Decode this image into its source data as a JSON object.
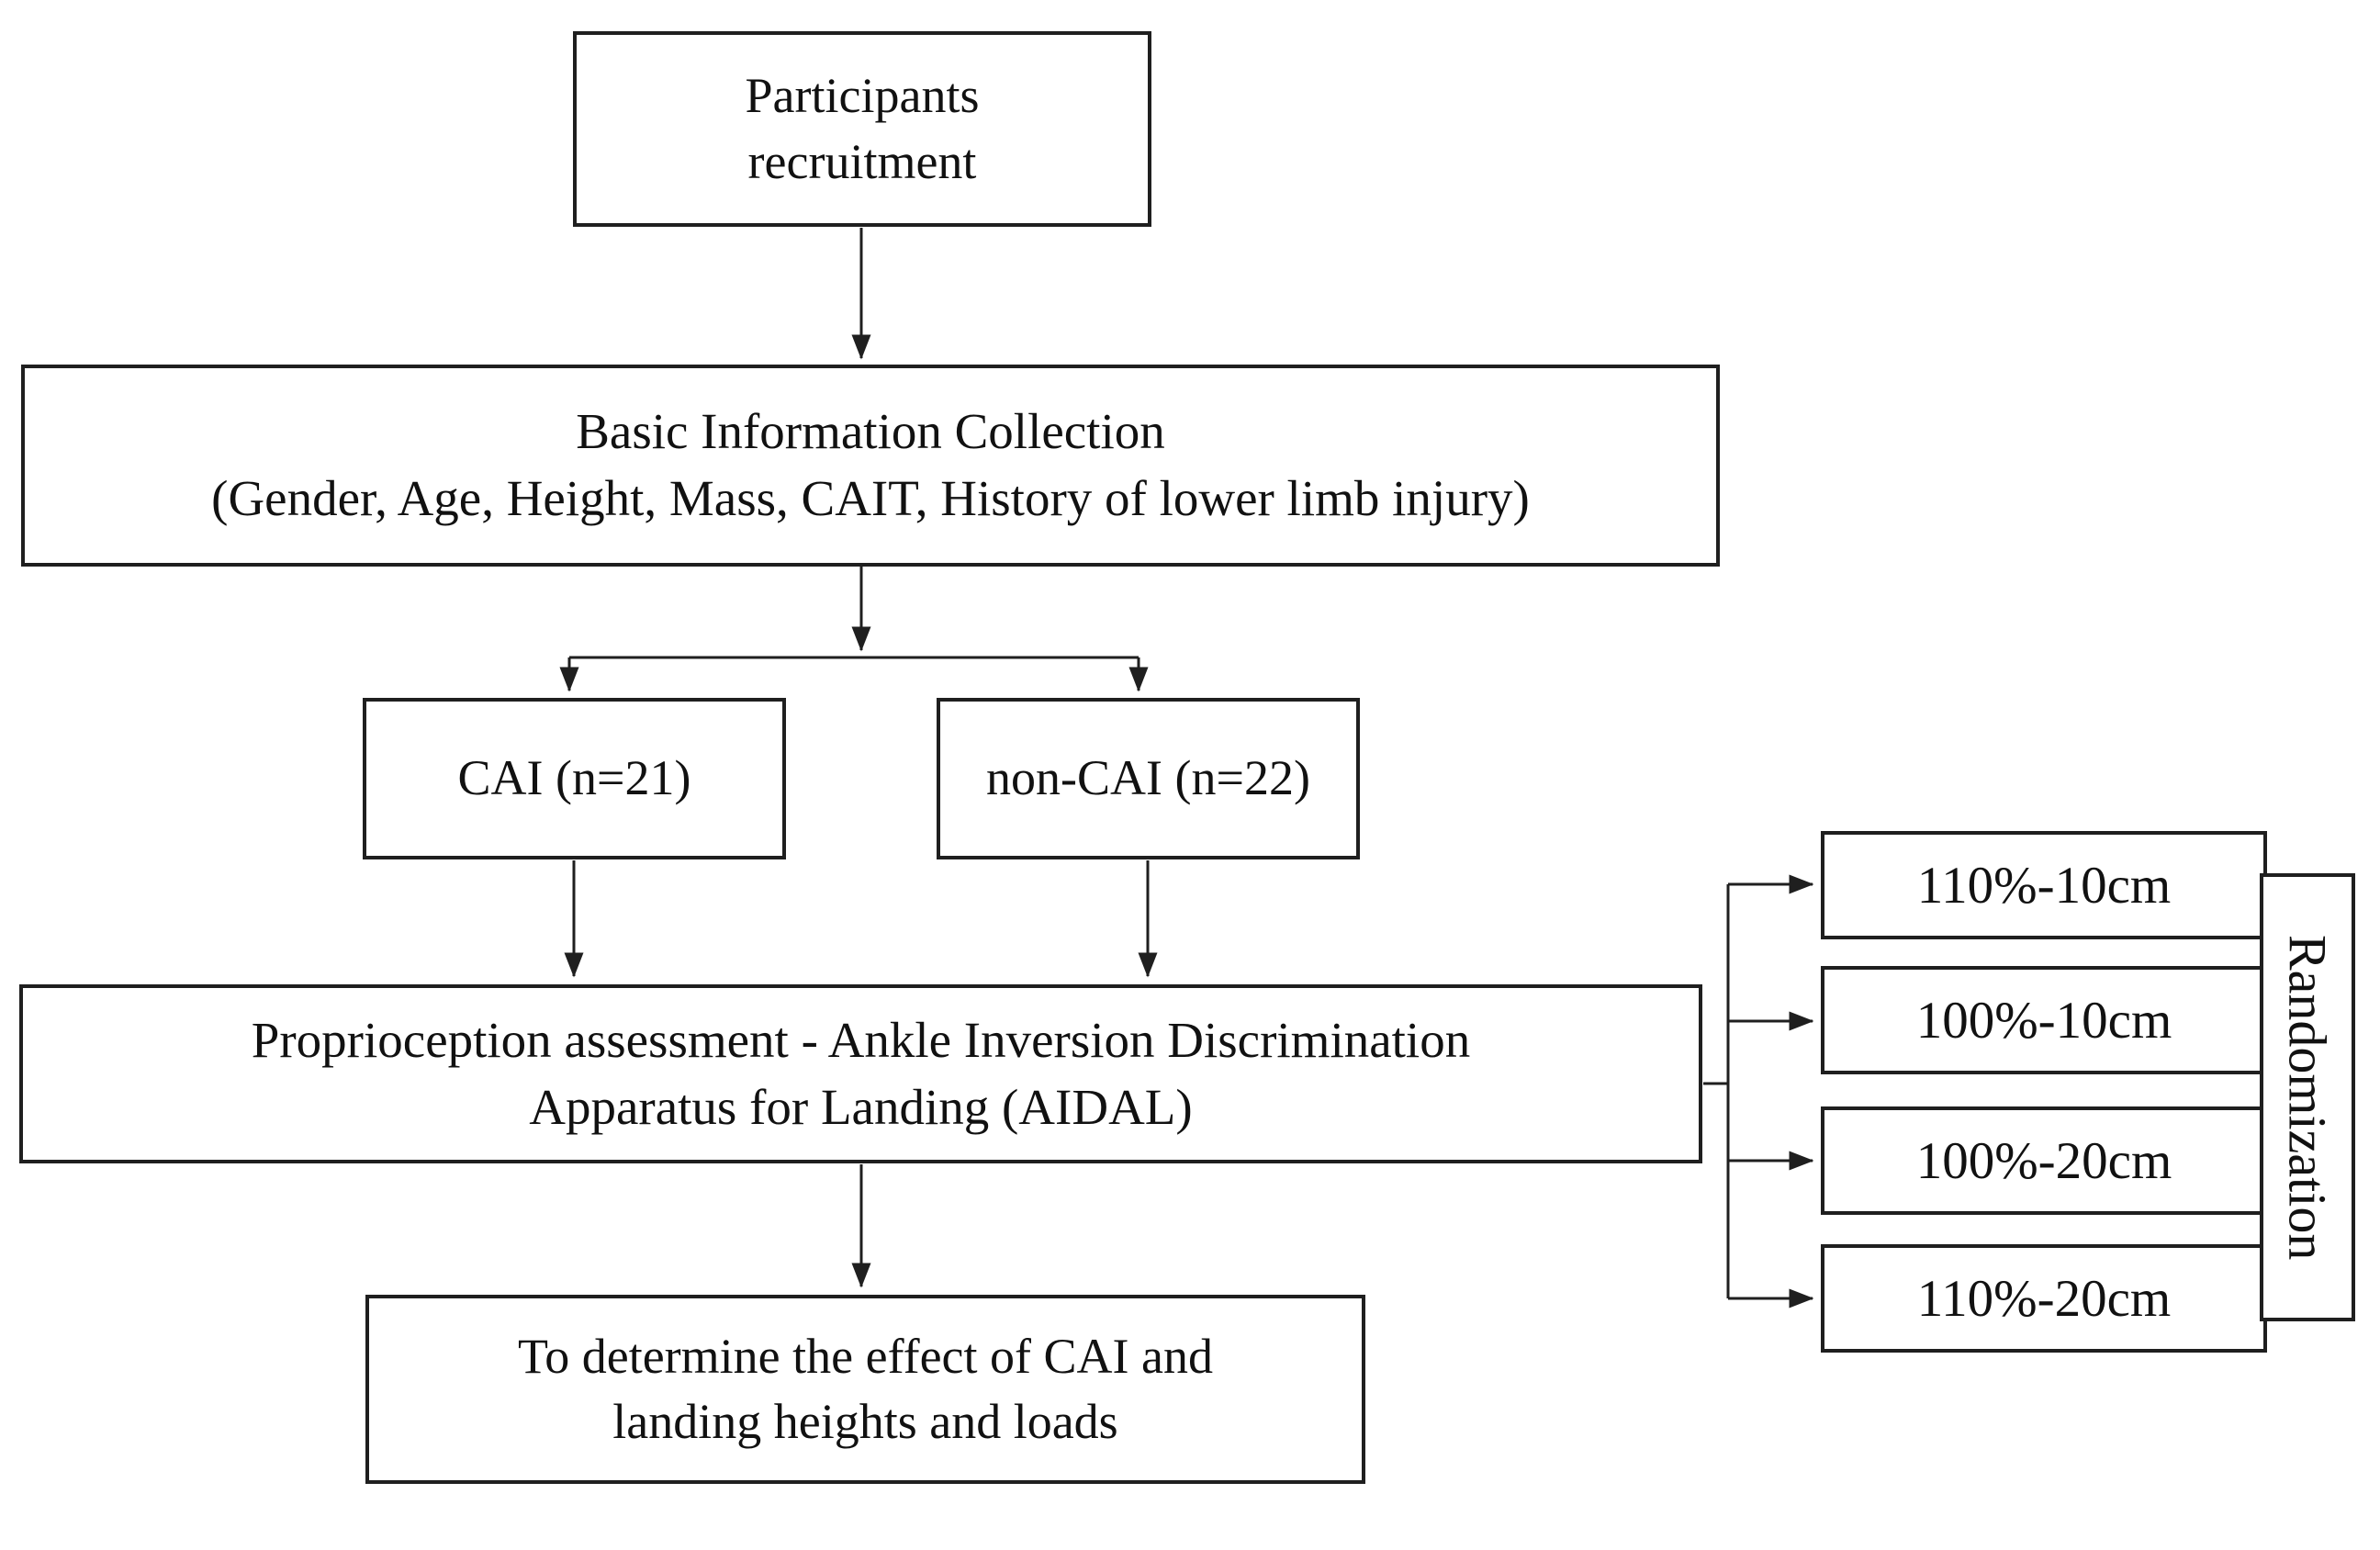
{
  "diagram": {
    "type": "flowchart",
    "colors": {
      "line": "#1f1f1f",
      "text": "#111111",
      "background": "#ffffff"
    },
    "nodes": {
      "participants": "Participants\nrecruitment",
      "basic_info": "Basic Information Collection\n(Gender, Age, Height, Mass, CAIT, History of lower limb injury)",
      "cai_group": "CAI (n=21)",
      "non_cai_group": "non-CAI (n=22)",
      "assessment": "Proprioception assessment - Ankle Inversion Discrimination\nApparatus for Landing (AIDAL)",
      "outcome": "To determine the effect of CAI and\nlanding heights and loads",
      "randomization": "Randomization"
    },
    "conditions": [
      "110%-10cm",
      "100%-10cm",
      "100%-20cm",
      "110%-20cm"
    ],
    "edges": [
      "participants -> basic_info",
      "basic_info -> cai_group",
      "basic_info -> non_cai_group",
      "cai_group -> assessment",
      "non_cai_group -> assessment",
      "assessment -> outcome",
      "assessment -> conditions (randomized)"
    ]
  }
}
